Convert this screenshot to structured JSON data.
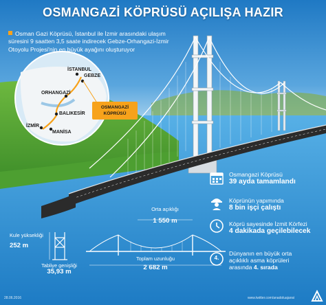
{
  "header": {
    "title": "OSMANGAZİ KÖPRÜSÜ AÇILIŞA HAZIR"
  },
  "intro": {
    "lines": [
      "Osman Gazi Köprüsü, İstanbul ile İzmir arasındaki ulaşım",
      "süresini 9 saatten 3,5 saate indirecek Gebze-Orhangazi-İzmir",
      "Otoyolu Projesi'nin en büyük ayağını oluşturuyor"
    ]
  },
  "map": {
    "cities": {
      "istanbul": "İSTANBUL",
      "gebze": "GEBZE",
      "orhangazi": "ORHANGAZİ",
      "balikesir": "BALIKESİR",
      "izmir": "İZMİR",
      "manisa": "MANİSA"
    },
    "callout_line1": "OSMANGAZİ",
    "callout_line2": "KÖPRÜSÜ"
  },
  "stats": [
    {
      "line1": "Osmangazi Köprüsü",
      "line2": "39 ayda tamamlandı",
      "icon": "calendar-icon"
    },
    {
      "line1": "Köprünün yapımında",
      "line2": "8 bin işçi çalıştı",
      "icon": "worker-icon"
    },
    {
      "line1": "Köprü sayesinde İzmit Körfezi",
      "line2": "4 dakikada geçilebilecek",
      "icon": "clock-icon"
    },
    {
      "line1": "Dünyanın en büyük orta",
      "line1b": "açıklıklı asma köprüleri",
      "line1c": "arasında",
      "line2": "4. sırada",
      "icon": "rank-icon",
      "badge": "4."
    }
  ],
  "dimensions": {
    "orta_label": "Orta açıklığı",
    "orta_value": "1 550 m",
    "kule_label": "Kule yüksekliği",
    "kule_value": "252 m",
    "tabliye_label": "Tabliye genişliği",
    "tabliye_value": "35,93 m",
    "toplam_label": "Toplam uzunluğu",
    "toplam_value": "2 682 m"
  },
  "footer": {
    "date": "28.06.2016",
    "site": "www.twitter.com/anadoluajansi"
  },
  "colors": {
    "accent": "#f7a21b",
    "sky": "#1f79c4",
    "road": "#2b2b2b"
  }
}
